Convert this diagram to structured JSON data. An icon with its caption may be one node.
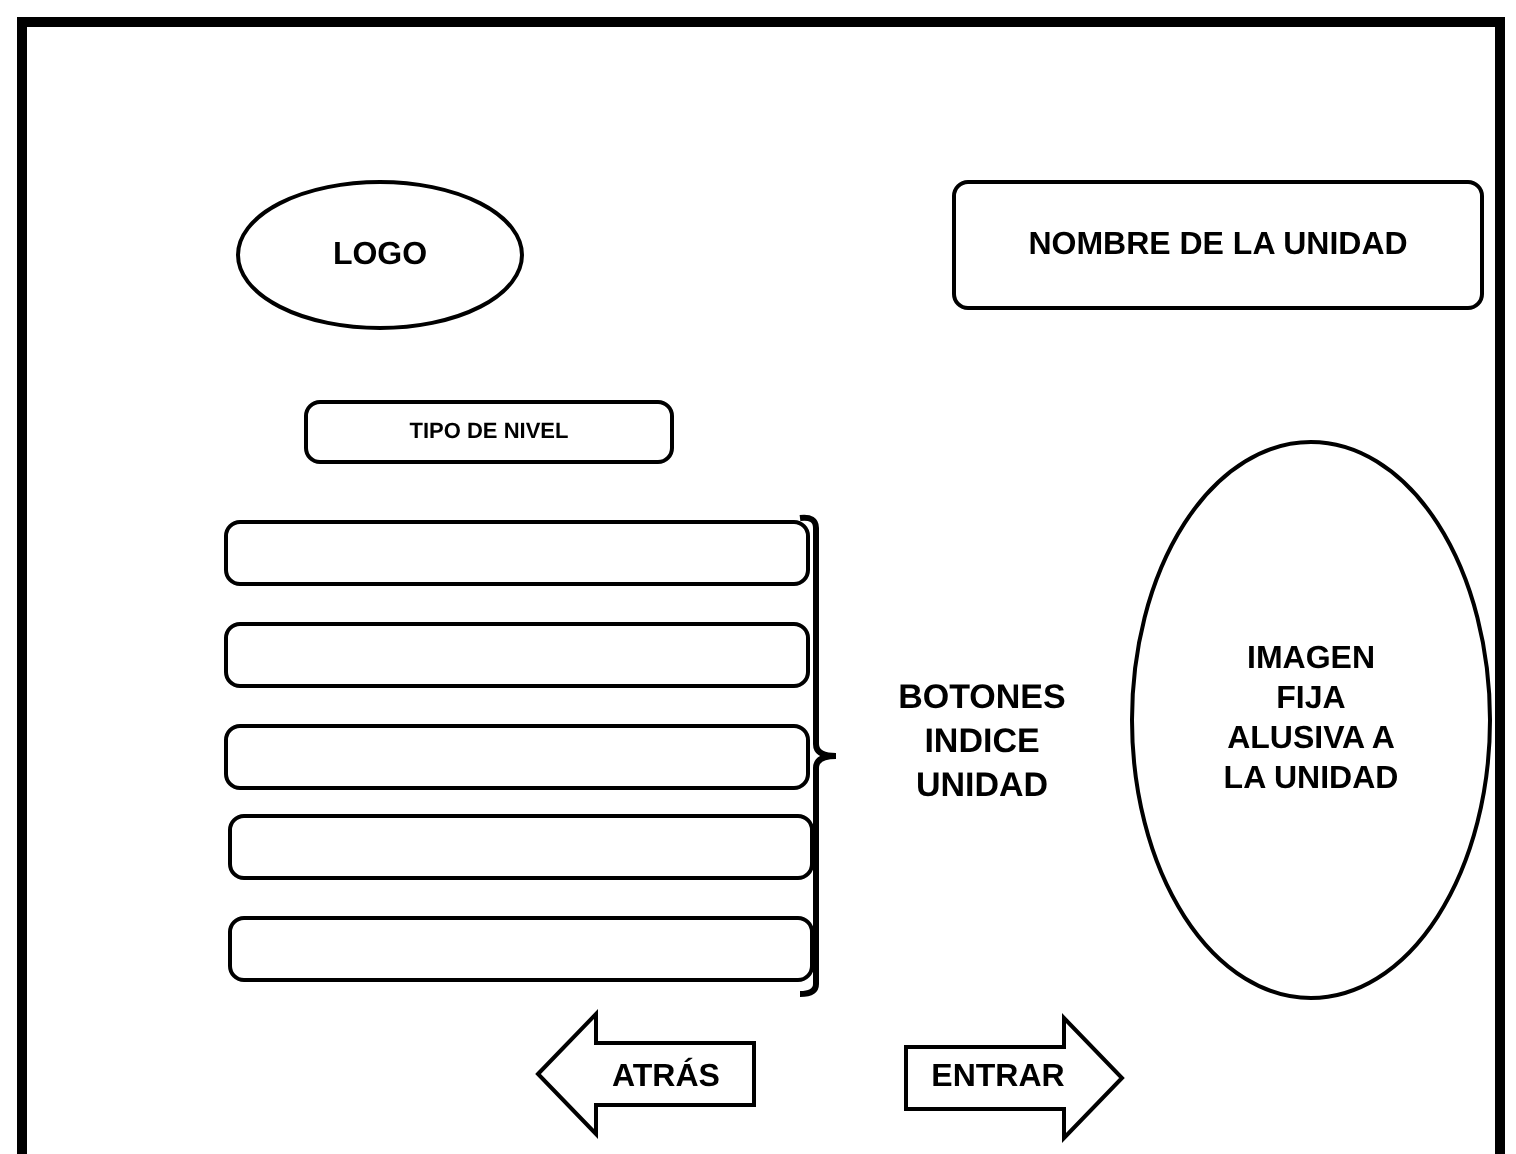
{
  "diagram": {
    "nodes": [
      {
        "text": [
          "LOGO"
        ]
      },
      {
        "text": [
          "NOMBRE DE LA UNIDAD"
        ]
      },
      {
        "text": [
          "TIPO DE NIVEL"
        ]
      },
      {
        "text": [],
        "shape": "box"
      },
      {
        "text": [],
        "shape": "box"
      },
      {
        "text": [],
        "shape": "box"
      },
      {
        "text": [],
        "shape": "box"
      },
      {
        "text": [],
        "shape": "box"
      },
      {
        "text": [
          "IMAGEN FIJA ALUSIVA A LA UNIDAD"
        ]
      },
      {
        "text": [
          "ATRÁS"
        ]
      },
      {
        "text": [
          "ENTRAR"
        ]
      }
    ],
    "edges": [],
    "labels": [
      "BOTONES INDICE UNIDAD"
    ]
  }
}
